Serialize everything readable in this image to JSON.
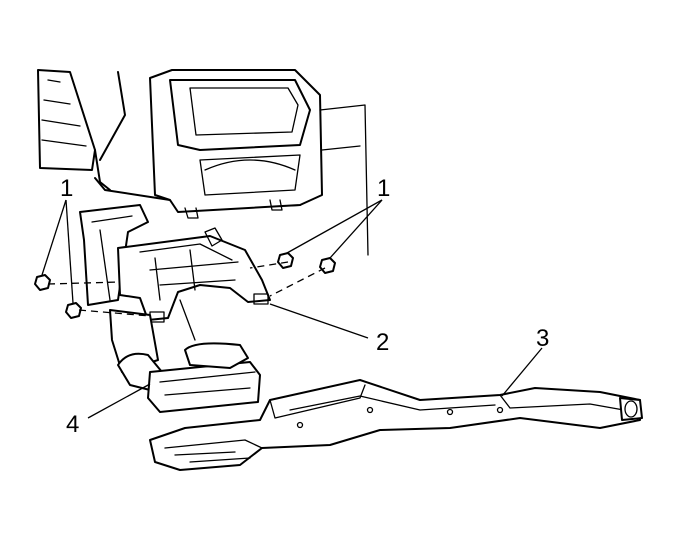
{
  "diagram": {
    "callouts": [
      {
        "id": "callout-1-left",
        "text": "1"
      },
      {
        "id": "callout-1-right",
        "text": "1"
      },
      {
        "id": "callout-2",
        "text": "2"
      },
      {
        "id": "callout-3",
        "text": "3"
      },
      {
        "id": "callout-4",
        "text": "4"
      }
    ],
    "colors": {
      "line": "#000000",
      "background": "#ffffff"
    }
  }
}
